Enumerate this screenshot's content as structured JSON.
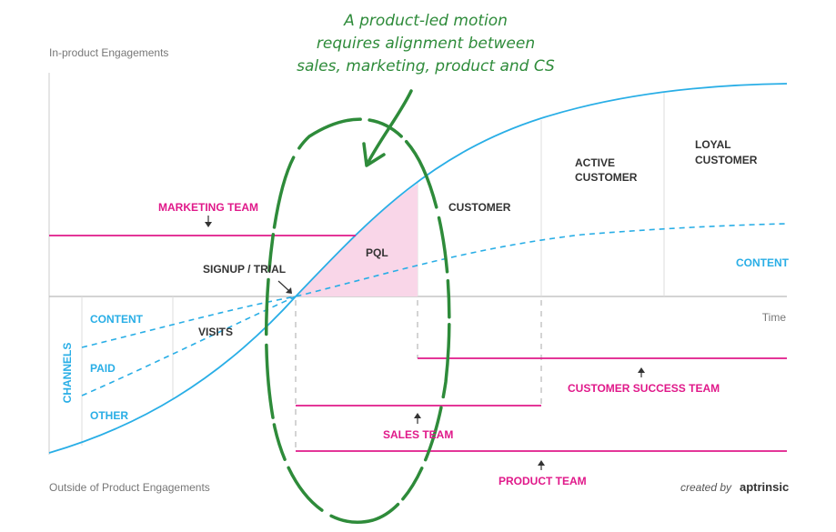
{
  "annotation": {
    "line1": "A product-led motion",
    "line2": "requires alignment between",
    "line3": "sales, marketing, product and CS"
  },
  "axes": {
    "y_top": "In-product Engagements",
    "y_bottom": "Outside of Product Engagements",
    "x": "Time"
  },
  "stages": {
    "signup": "SIGNUP / TRIAL",
    "pql": "PQL",
    "customer": "CUSTOMER",
    "active1": "ACTIVE",
    "active2": "CUSTOMER",
    "loyal1": "LOYAL",
    "loyal2": "CUSTOMER",
    "visits": "VISITS"
  },
  "teams": {
    "marketing": "MARKETING TEAM",
    "sales": "SALES TEAM",
    "product": "PRODUCT TEAM",
    "cs": "CUSTOMER SUCCESS TEAM"
  },
  "channels": {
    "title": "CHANNELS",
    "content": "CONTENT",
    "paid": "PAID",
    "other": "OTHER"
  },
  "right_content": "CONTENT",
  "credit": {
    "prefix": "created by",
    "brand": "aptrinsic"
  },
  "colors": {
    "pink": "#e0198a",
    "blue": "#29aee6",
    "green": "#2e8b3a",
    "pql_fill": "#f9d6e8",
    "grid": "#cccccc",
    "text": "#333333"
  }
}
